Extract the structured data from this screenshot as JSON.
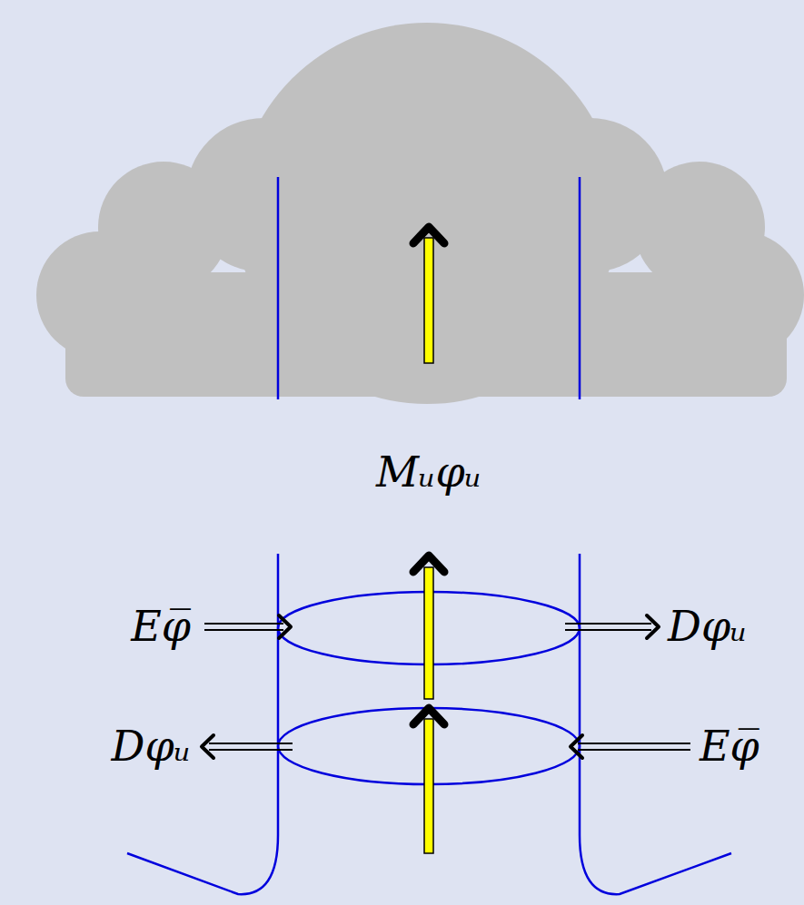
{
  "diagram": {
    "labels": [
      "Mᵤφᵤ",
      "Eφ̅",
      "Dφᵤ",
      "Dφᵤ",
      "Eφ̅"
    ]
  }
}
